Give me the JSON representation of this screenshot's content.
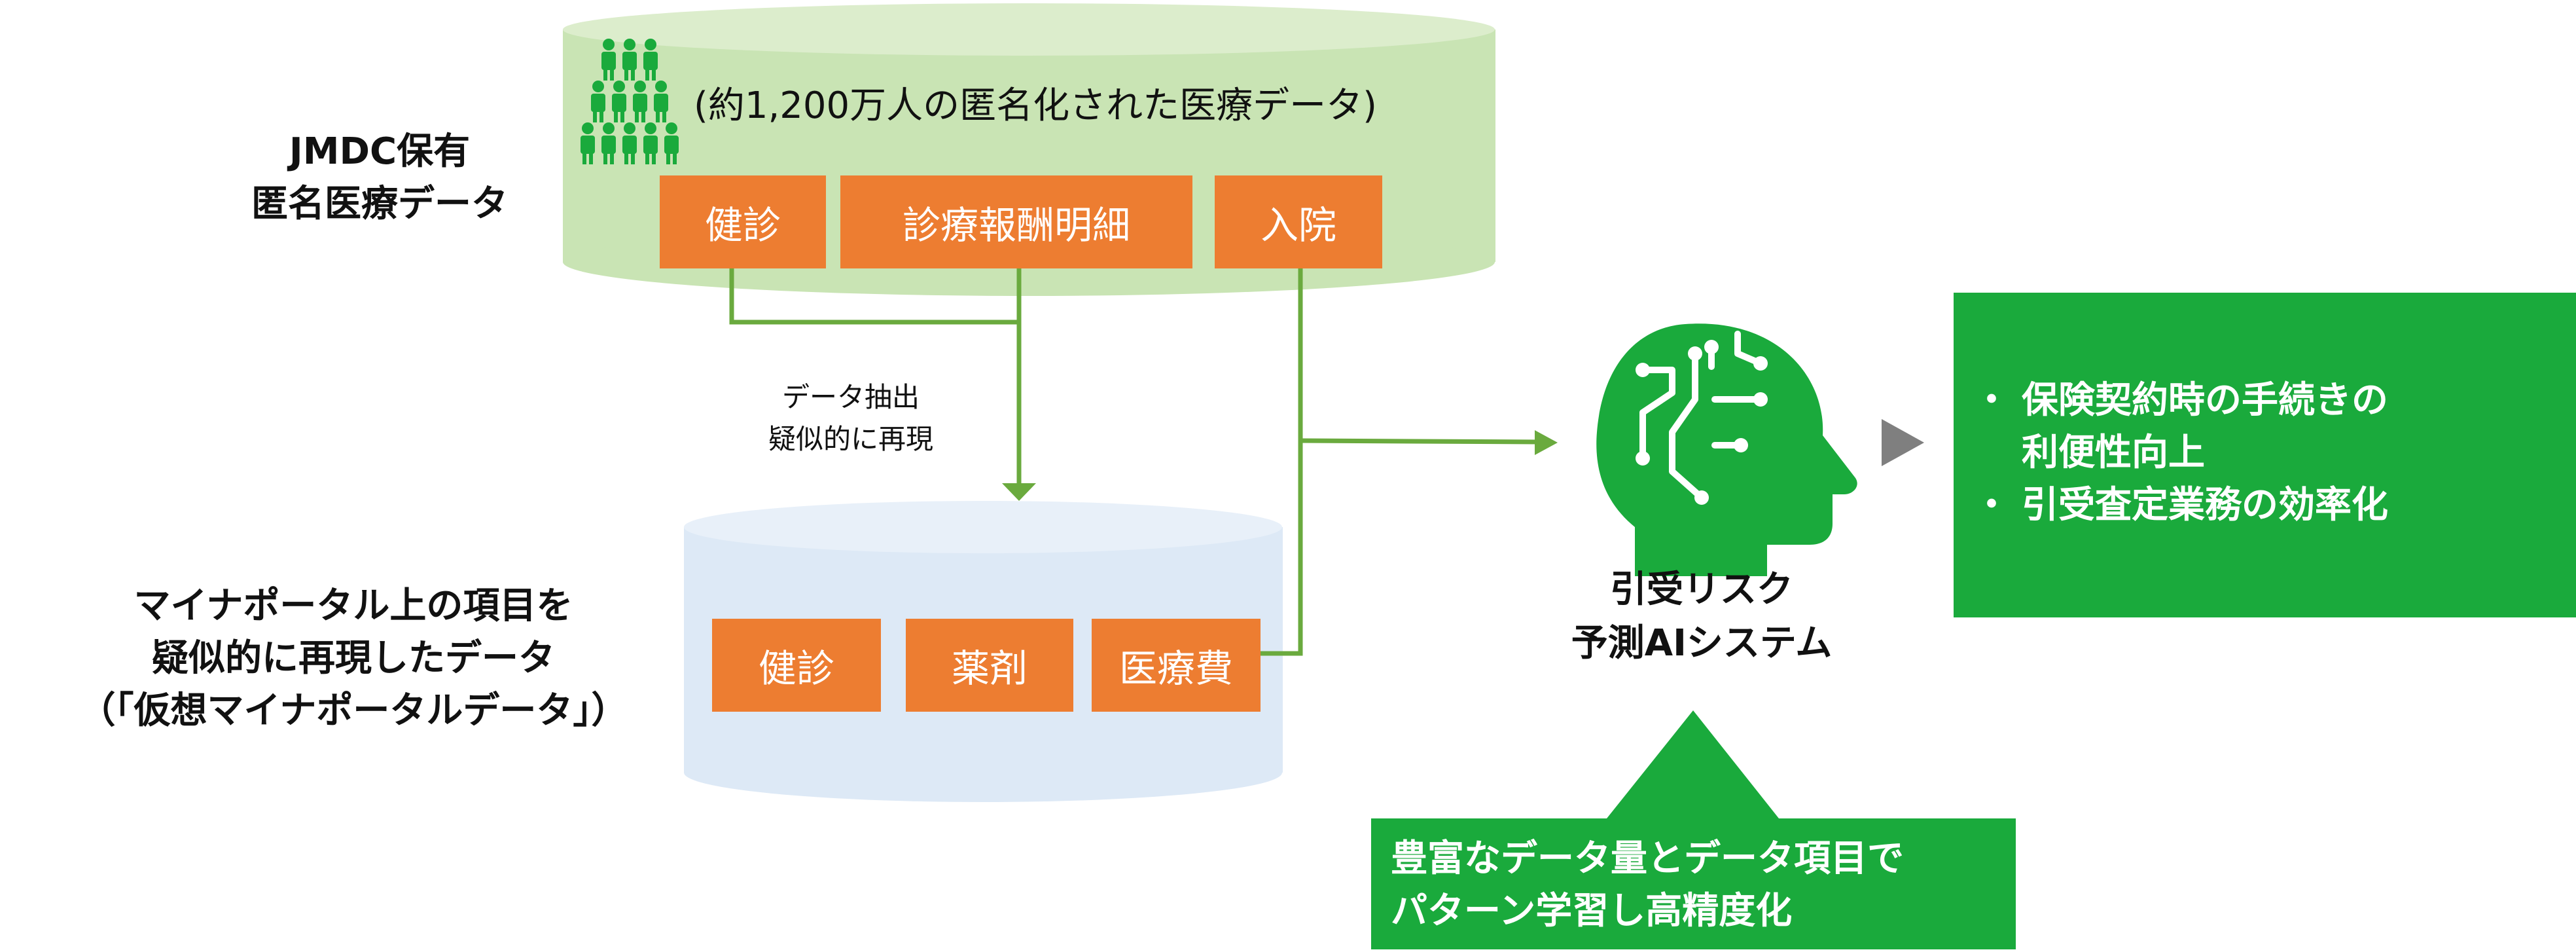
{
  "jmdc": {
    "label_line1": "JMDC保有",
    "label_line2": "匿名医療データ",
    "caption": "(約1,200万人の匿名化された医療データ)",
    "items": [
      "健診",
      "診療報酬明細",
      "入院"
    ]
  },
  "extraction": {
    "line1": "データ抽出",
    "line2": "疑似的に再現"
  },
  "virtual": {
    "label_line1": "マイナポータル上の項目を",
    "label_line2": "疑似的に再現したデータ",
    "label_line3": "（「仮想マイナポータルデータ」）",
    "items": [
      "健診",
      "薬剤",
      "医療費"
    ]
  },
  "ai": {
    "line1": "引受リスク",
    "line2": "予測AIシステム"
  },
  "benefits": {
    "item1_line1": "保険契約時の手続きの",
    "item1_line2": "利便性向上",
    "item2": "引受査定業務の効率化",
    "bullet": "・"
  },
  "learning": {
    "line1": "豊富なデータ量とデータ項目で",
    "line2": "パターン学習し高精度化"
  },
  "icons": [
    "people-icon",
    "ai-head-icon",
    "right-triangle-icon"
  ],
  "colors": {
    "orange": "#ed7d31",
    "green": "#1aaa3c",
    "light_green": "#c9e4b4",
    "light_blue": "#dde9f6",
    "connector": "#6aaa3e",
    "gray": "#808080"
  }
}
